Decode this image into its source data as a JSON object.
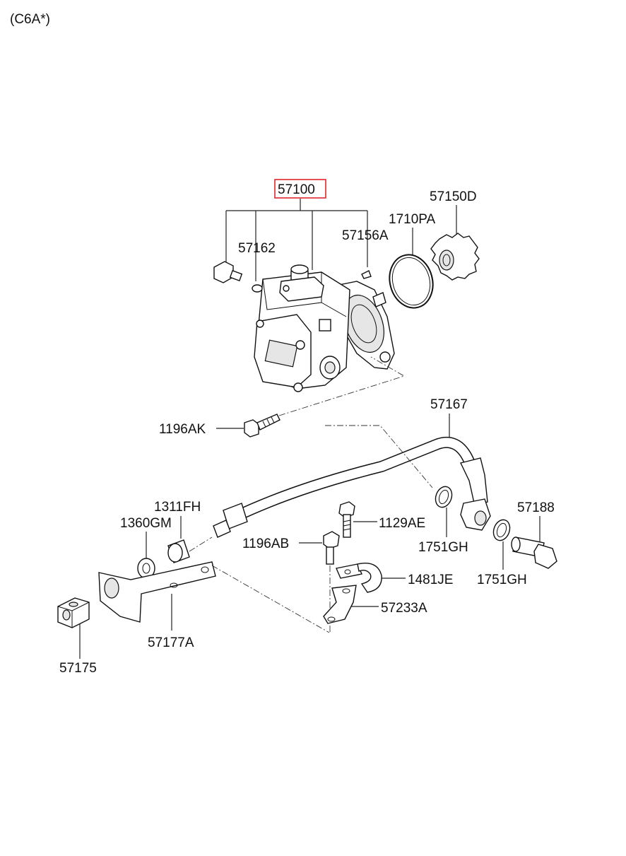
{
  "header": {
    "variant": "(C6A*)"
  },
  "highlight_color": "#e0262c",
  "parts": {
    "p57100": "57100",
    "p57162": "57162",
    "p57156A": "57156A",
    "p1710PA": "1710PA",
    "p57150D": "57150D",
    "p1196AK": "1196AK",
    "p57167": "57167",
    "p1311FH": "1311FH",
    "p1360GM": "1360GM",
    "p1129AE": "1129AE",
    "p1196AB": "1196AB",
    "p1751GH_a": "1751GH",
    "p1751GH_b": "1751GH",
    "p57188": "57188",
    "p1481JE": "1481JE",
    "p57233A": "57233A",
    "p57177A": "57177A",
    "p57175": "57175"
  }
}
